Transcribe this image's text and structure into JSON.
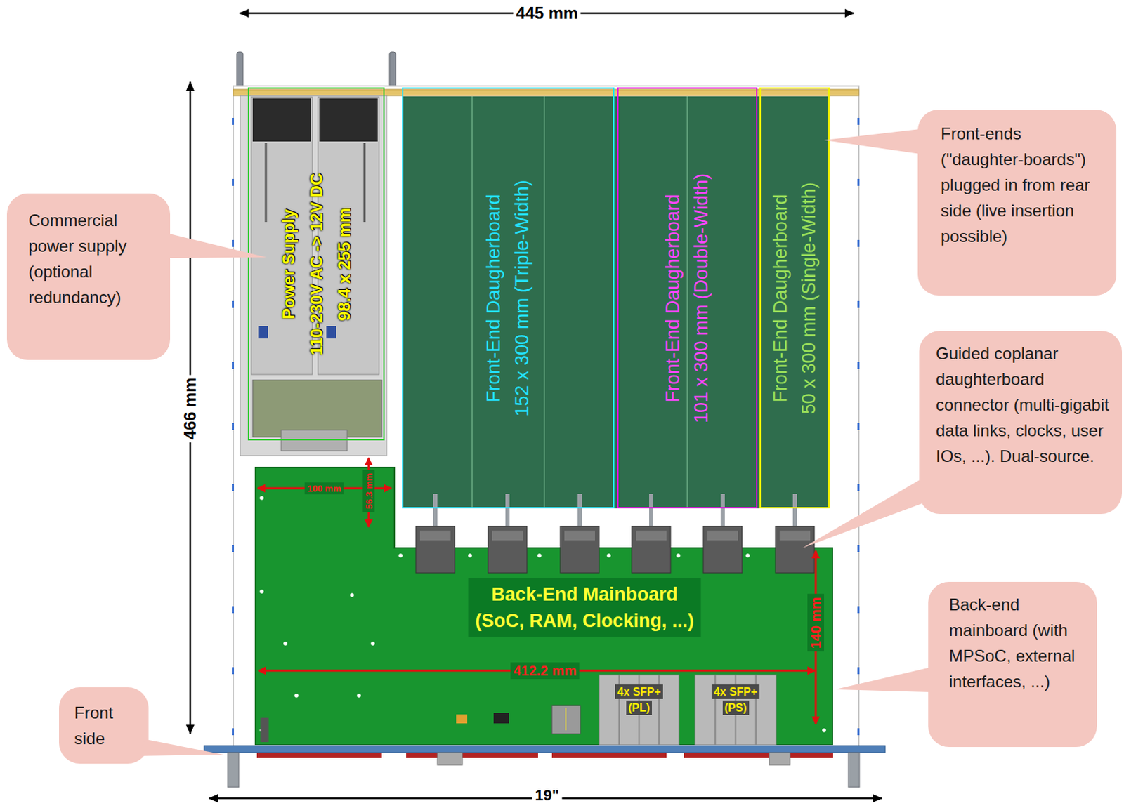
{
  "diagram": {
    "nodes": [
      {
        "text": [
          "Power Supply",
          "110-230V AC -> 12V DC",
          "98.4 x 255 mm"
        ]
      },
      {
        "text": [
          "Front-End Daugherboard",
          "152 x 300 mm (Triple-Width)"
        ]
      },
      {
        "text": [
          "Front-End Daugherboard",
          "101 x 300 mm (Double-Width)"
        ]
      },
      {
        "text": [
          "Front-End Daugherboard",
          "50 x 300 mm (Single-Width)"
        ]
      },
      {
        "text": [
          "Front-ends (\"daughter-boards\") plugged in from rear side (live insertion possible)"
        ]
      },
      {
        "text": [
          "Commercial power supply (optional redundancy)"
        ]
      },
      {
        "text": [
          "Guided coplanar daughterboard connector (multi-gigabit data links, clocks, user IOs, ...). Dual-source."
        ]
      },
      {
        "text": [
          "Back-End Mainboard",
          "(SoC, RAM, Clocking, ...)"
        ]
      },
      {
        "text": [
          "4x SFP+",
          "(PL)"
        ],
        "in": 7
      },
      {
        "text": [
          "4x SFP+",
          "(PS)"
        ],
        "in": 7
      },
      {
        "text": [
          "Back-end mainboard (with MPSoC, external interfaces, ...)"
        ]
      },
      {
        "text": [
          "Front side"
        ]
      }
    ],
    "labels": [
      "445 mm",
      "466 mm",
      "100 mm",
      "56.3 mm",
      "140 mm",
      "412.2 mm",
      "19\""
    ]
  }
}
